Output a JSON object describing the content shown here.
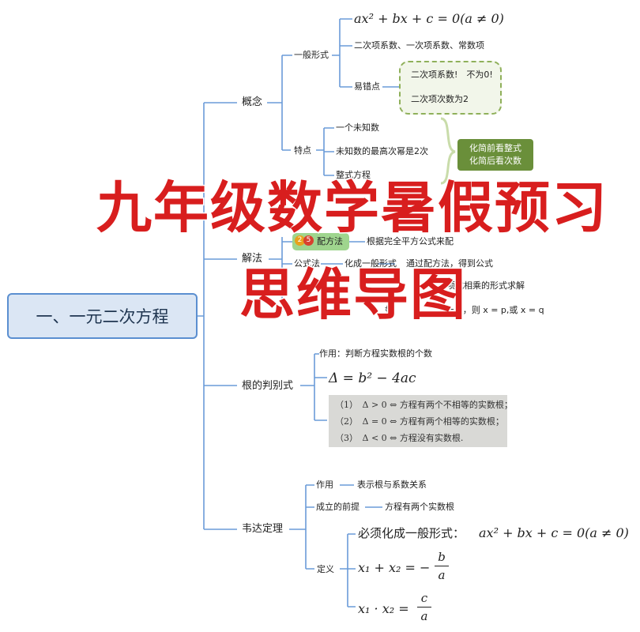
{
  "banner": {
    "title": "九年级数学暑假预习",
    "subtitle": "思维导图"
  },
  "root": {
    "label": "一、一元二次方程"
  },
  "concept": {
    "label": "概念",
    "general_form": {
      "label": "一般形式",
      "formula": "ax² + bx + c = 0(a ≠ 0)",
      "coefficients": "二次项系数、一次项系数、常数项",
      "pitfalls": {
        "label": "易错点",
        "items": [
          "二次项系数!　不为0!",
          "二次项次数为2"
        ]
      }
    },
    "features": {
      "label": "特点",
      "items": [
        "一个未知数",
        "未知数的最高次幂是2次",
        "整式方程"
      ],
      "note_line1": "化简前看整式",
      "note_line2": "化简后看次数"
    }
  },
  "solving": {
    "label": "解法",
    "fragment": "…",
    "completing_square": {
      "badge1": "2",
      "badge2": "5",
      "label": "配方法",
      "desc": "根据完全平方公式来配"
    },
    "formula_method": {
      "label": "公式法",
      "step1": "化成一般形式",
      "step2": "通过配方法，得到公式"
    },
    "factoring_fragment": "项式相乘的形式求解",
    "example_prefix": "如",
    "example_tail": "=0 ，则 x = p,或 x = q"
  },
  "discriminant": {
    "label": "根的判别式",
    "purpose": "作用：判断方程实数根的个数",
    "formula": "Δ = b² − 4ac",
    "cases": [
      "（1）　Δ > 0 ⇔ 方程有两个不相等的实数根；",
      "（2）　Δ = 0 ⇔ 方程有两个相等的实数根；",
      "（3）　Δ < 0 ⇔ 方程没有实数根."
    ]
  },
  "vieta": {
    "label": "韦达定理",
    "purpose_label": "作用",
    "purpose": "表示根与系数关系",
    "premise_label": "成立的前提",
    "premise": "方程有两个实数根",
    "definition_label": "定义",
    "must_form": "必须化成一般形式：",
    "must_form_formula": "ax² + bx + c = 0(a ≠ 0)",
    "sum_lhs": "x₁ + x₂ = −",
    "sum_num": "b",
    "sum_den": "a",
    "prod_lhs": "x₁ · x₂ =",
    "prod_num": "c",
    "prod_den": "a"
  },
  "colors": {
    "connector": "#6a9bd8",
    "root_fill": "#dbe6f4",
    "root_border": "#5b8fd0",
    "note_green": "#6a8f3a",
    "banner_red": "#d81e1e"
  }
}
